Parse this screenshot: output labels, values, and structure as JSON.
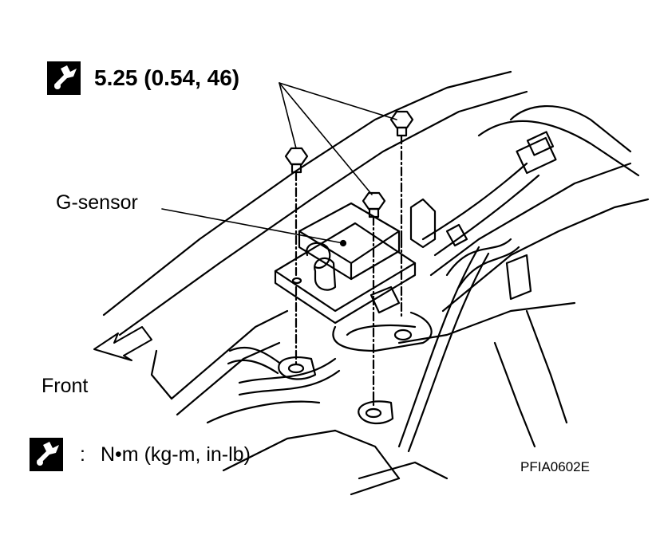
{
  "labels": {
    "torque_value": "5.25 (0.54, 46)",
    "component": "G-sensor",
    "direction": "Front",
    "legend_colon": ":",
    "legend_units": "N•m  (kg-m,  in-lb)",
    "figure_code": "PFIA0602E"
  },
  "icons": {
    "torque_top": "torque-wrench-icon",
    "torque_legend": "torque-wrench-icon",
    "front_arrow": "arrow-front-icon"
  },
  "colors": {
    "line": "#000000",
    "background": "#ffffff"
  }
}
